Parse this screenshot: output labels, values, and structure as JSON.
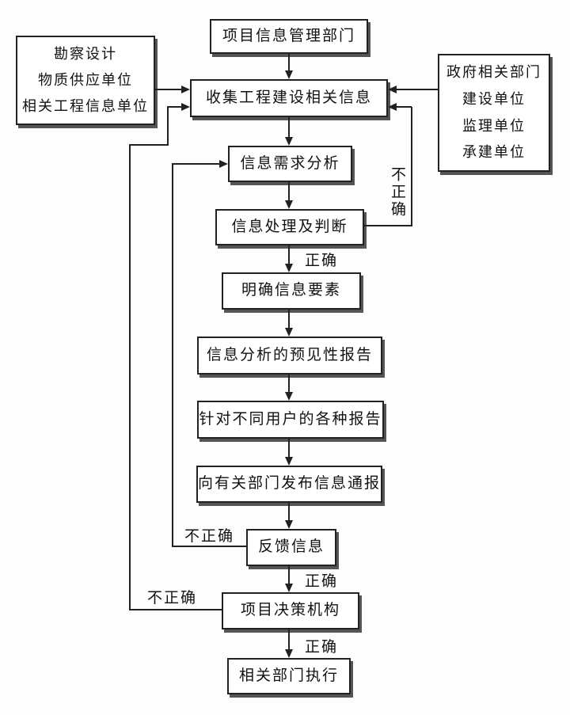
{
  "diagram": {
    "type": "flowchart",
    "colors": {
      "background": "#fdfdfd",
      "box_background": "#ffffff",
      "line": "#222222",
      "shadow": "#555555",
      "text": "#111111"
    },
    "nodes": {
      "top": {
        "label": "项目信息管理部门"
      },
      "left_sources": {
        "lines": [
          "勘察设计",
          "物质供应单位",
          "相关工程信息单位"
        ]
      },
      "right_sources": {
        "lines": [
          "政府相关部门",
          "建设单位",
          "监理单位",
          "承建单位"
        ]
      },
      "collect": {
        "label": "收集工程建设相关信息"
      },
      "demand": {
        "label": "信息需求分析"
      },
      "process": {
        "label": "信息处理及判断"
      },
      "clarify": {
        "label": "明确信息要素"
      },
      "forecast_report": {
        "label": "信息分析的预见性报告"
      },
      "user_reports": {
        "label": "针对不同用户的各种报告"
      },
      "notify": {
        "label": "向有关部门发布信息通报"
      },
      "feedback": {
        "label": "反馈信息"
      },
      "decision": {
        "label": "项目决策机构"
      },
      "execute": {
        "label": "相关部门执行"
      }
    },
    "edge_labels": {
      "process_correct": "正确",
      "feedback_correct": "正确",
      "decision_correct": "正确",
      "process_incorrect": "不正确",
      "feedback_incorrect": "不正确",
      "decision_incorrect": "不正确"
    }
  }
}
